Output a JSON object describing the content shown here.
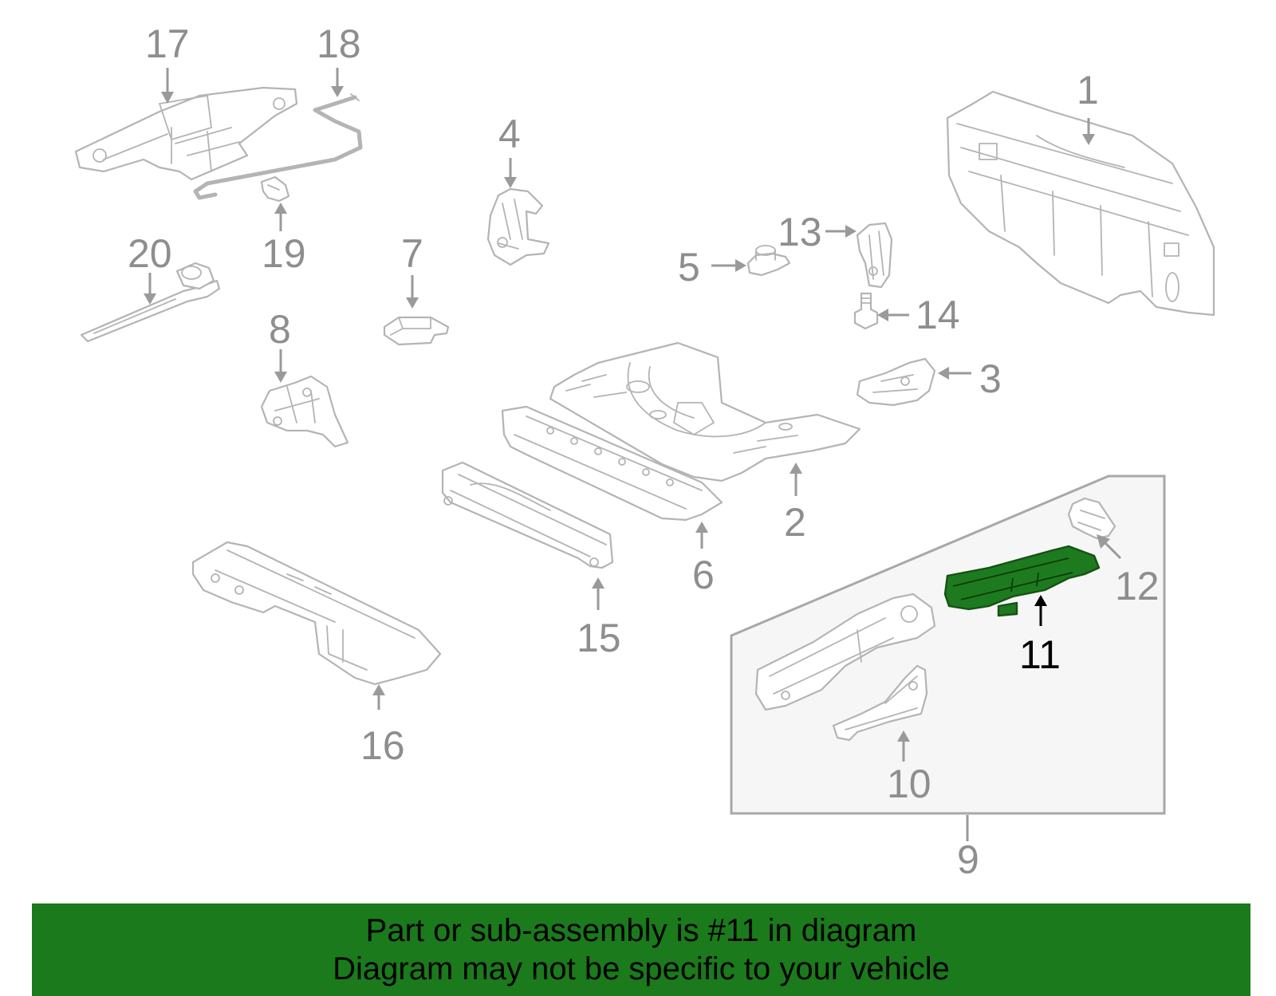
{
  "callouts": {
    "c1": "1",
    "c2": "2",
    "c3": "3",
    "c4": "4",
    "c5": "5",
    "c6": "6",
    "c7": "7",
    "c8": "8",
    "c9": "9",
    "c10": "10",
    "c11": "11",
    "c12": "12",
    "c13": "13",
    "c14": "14",
    "c15": "15",
    "c16": "16",
    "c17": "17",
    "c18": "18",
    "c19": "19",
    "c20": "20"
  },
  "highlighted_part": "11",
  "colors": {
    "highlight": "#1e7a1e",
    "footer_background": "#1b7a1b",
    "callout_text": "#8e8e8e"
  },
  "footer": {
    "line1": "Part or sub-assembly is #11 in diagram",
    "line2": "Diagram may not be specific to your vehicle"
  }
}
